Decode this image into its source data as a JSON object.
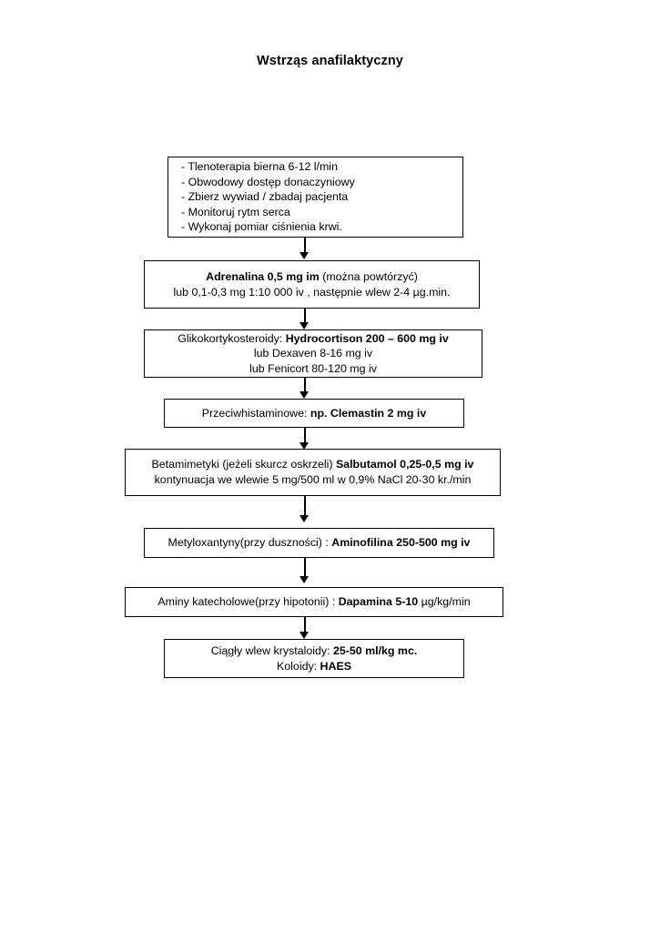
{
  "document": {
    "title": "Wstrząs anafilaktyczny",
    "language": "pl",
    "type": "clinical-algorithm-flowchart"
  },
  "flowchart": {
    "orientation": "vertical",
    "connector_style": "arrow-down",
    "line_color": "#000000",
    "box_fill": "#ffffff",
    "nodes": [
      {
        "id": "initial-management",
        "lines": [
          {
            "text": "- Tlenoterapia bierna 6-12 l/min"
          },
          {
            "text": "- Obwodowy dostęp donaczyniowy"
          },
          {
            "text": "- Zbierz wywiad / zbadaj pacjenta"
          },
          {
            "text": "- Monitoruj rytm serca"
          },
          {
            "text": "- Wykonaj pomiar ciśnienia krwi."
          }
        ]
      },
      {
        "id": "adrenaline",
        "lines": [
          {
            "bold": "Adrenalina 0,5 mg im",
            "plain": " (można powtórzyć)"
          },
          {
            "text": "lub 0,1-0,3 mg 1:10 000 iv , następnie wlew 2-4 µg.min."
          }
        ]
      },
      {
        "id": "glucocorticosteroids",
        "lines": [
          {
            "plain": "Glikokortykosteroidy: ",
            "bold": "Hydrocortison 200 – 600 mg iv"
          },
          {
            "text": "lub Dexaven 8-16 mg iv"
          },
          {
            "text": "lub Fenicort 80-120 mg iv"
          }
        ]
      },
      {
        "id": "antihistamines",
        "lines": [
          {
            "plain": "Przeciwhistaminowe: ",
            "bold": "np. Clemastin 2 mg iv"
          }
        ]
      },
      {
        "id": "betamimetics",
        "lines": [
          {
            "plain": "Betamimetyki (jeżeli skurcz oskrzeli) ",
            "bold": "Salbutamol 0,25-0,5 mg iv"
          },
          {
            "text": "kontynuacja we wlewie 5 mg/500 ml w 0,9% NaCl 20-30 kr./min"
          }
        ]
      },
      {
        "id": "methylxanthines",
        "lines": [
          {
            "plain": "Metyloxantyny(przy duszności) : ",
            "bold": "Aminofilina 250-500 mg iv"
          }
        ]
      },
      {
        "id": "catecholamines",
        "lines": [
          {
            "plain": "Aminy katecholowe(przy hipotonii) : ",
            "bold": "Dapamina 5-10",
            "plain_after": " µg/kg/min"
          }
        ]
      },
      {
        "id": "fluids",
        "lines": [
          {
            "plain": "Ciągły wlew krystaloidy: ",
            "bold": "25-50 ml/kg mc."
          },
          {
            "plain": "Koloidy: ",
            "bold": "HAES"
          }
        ]
      }
    ]
  }
}
